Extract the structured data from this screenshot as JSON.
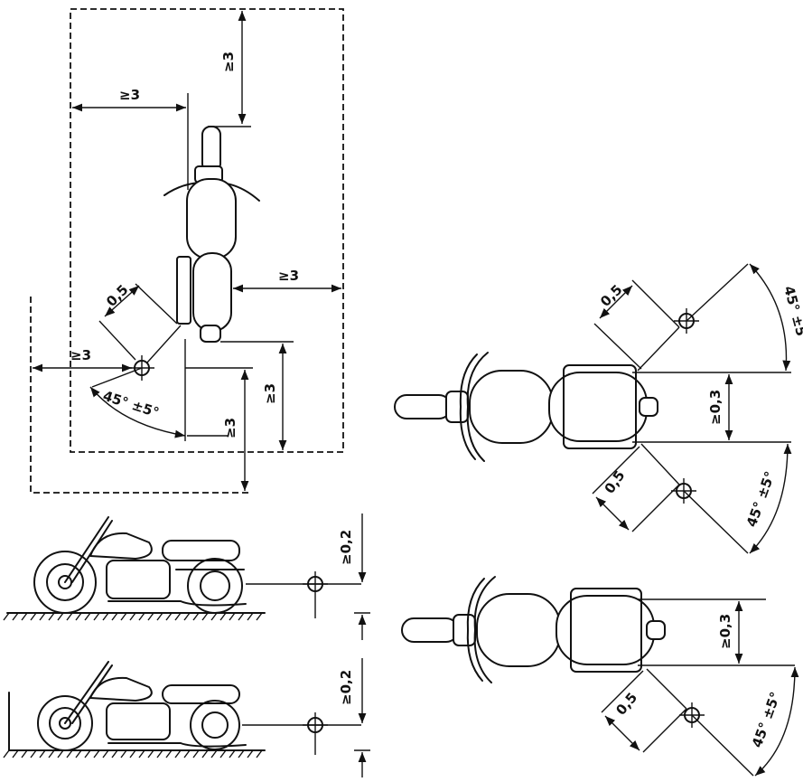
{
  "labels": {
    "top_gap": "≥3",
    "left_gap": "≥3",
    "right_gap": "≥3",
    "outer_left_gap": "≥3",
    "rear_gap": "≥3",
    "rear_small": "≥3",
    "offset_top": "0,5",
    "angle_top": "45° ±5°",
    "height1": "≥0,2",
    "height2": "≥0,2",
    "mid_offset_a": "0,5",
    "mid_offset_b": "0,5",
    "mid_spacing": "≥0,3",
    "mid_angle_a": "45° ±5°",
    "mid_angle_b": "45° ±5°",
    "bot_spacing": "≥0,3",
    "bot_offset": "0,5",
    "bot_angle": "45° ±5°"
  }
}
